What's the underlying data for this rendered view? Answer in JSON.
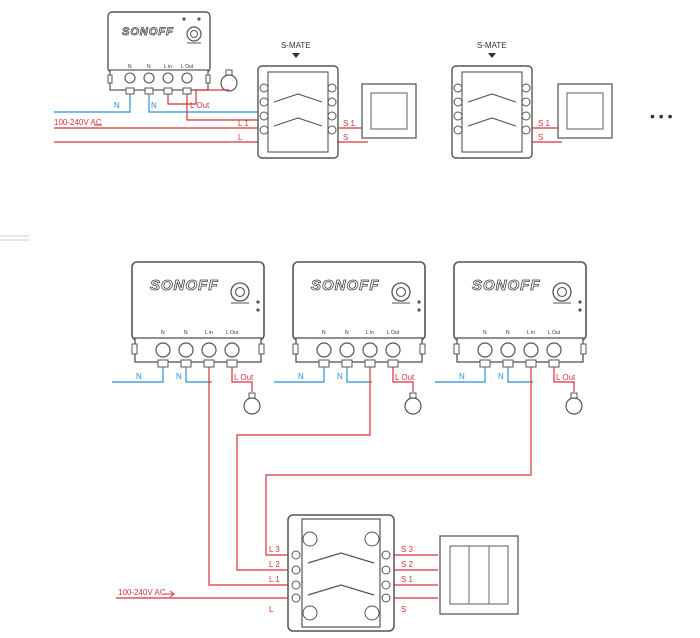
{
  "top": {
    "device": {
      "brand": "SONOFF",
      "terminals": [
        "N",
        "N",
        "L in",
        "L Out"
      ],
      "wire_N_1": "N",
      "wire_N_2": "N",
      "wire_L1": "L 1",
      "wire_L": "L",
      "wire_Lout": "L Out",
      "ac_label": "100-240V AC"
    },
    "smate_1": {
      "title": "S-MATE",
      "s1": "S 1",
      "s": "S"
    },
    "smate_2": {
      "title": "S-MATE",
      "s1": "S 1",
      "s": "S"
    },
    "ellipsis": "• • •"
  },
  "bottom": {
    "devices": [
      {
        "brand": "SONOFF",
        "terminals": [
          "N",
          "N",
          "L in",
          "L Out"
        ],
        "wire_n_left": "N",
        "wire_n_right": "N",
        "wire_lout": "L Out"
      },
      {
        "brand": "SONOFF",
        "terminals": [
          "N",
          "N",
          "L in",
          "L Out"
        ],
        "wire_n_left": "N",
        "wire_n_right": "N",
        "wire_lout": "L Out"
      },
      {
        "brand": "SONOFF",
        "terminals": [
          "N",
          "N",
          "L in",
          "L Out"
        ],
        "wire_n_left": "N",
        "wire_n_right": "N",
        "wire_lout": "L Out"
      }
    ],
    "smate": {
      "left_labels": [
        "L 3",
        "L 2",
        "L 1",
        "L"
      ],
      "right_labels": [
        "S 3",
        "S 2",
        "S 1",
        "S"
      ],
      "ac_label": "100-240V AC"
    }
  },
  "colors": {
    "live": "#d6333a",
    "neutral": "#2a8fd6",
    "outline": "#555555",
    "body": "#ffffff"
  }
}
